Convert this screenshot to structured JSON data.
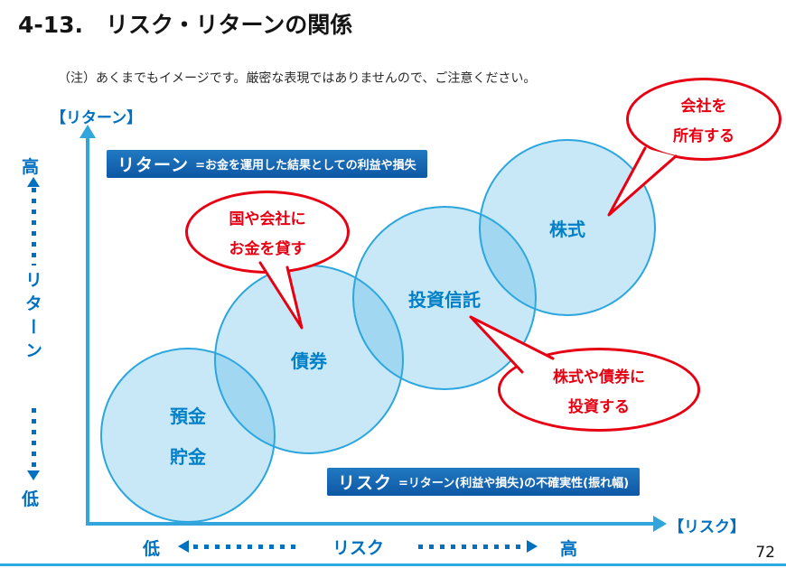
{
  "slide": {
    "title": "4-13.　リスク・リターンの関係",
    "note": "（注）あくまでもイメージです。厳密な表現ではありませんので、ご注意ください。",
    "page_number": "72"
  },
  "y_axis": {
    "title": "【リターン】",
    "high": "高",
    "label": "リターン",
    "low": "低"
  },
  "x_axis": {
    "title": "【リスク】",
    "low": "低",
    "label": "リスク",
    "high": "高"
  },
  "definitions": {
    "return": {
      "term": "リターン",
      "text": "=お金を運用した結果としての利益や損失"
    },
    "risk": {
      "term": "リスク",
      "text": "=リターン(利益や損失)の不確実性(振れ幅)"
    }
  },
  "assets": [
    {
      "id": "deposits",
      "label_line1": "預金",
      "label_line2": "貯金"
    },
    {
      "id": "bonds",
      "label": "債券"
    },
    {
      "id": "funds",
      "label": "投資信託"
    },
    {
      "id": "stocks",
      "label": "株式"
    }
  ],
  "callouts": [
    {
      "id": "own-company",
      "line1": "会社を",
      "line2": "所有する",
      "points_to": "株式"
    },
    {
      "id": "lend-money",
      "line1": "国や会社に",
      "line2": "お金を貸す",
      "points_to": "債券"
    },
    {
      "id": "invest",
      "line1": "株式や債券に",
      "line2": "投資する",
      "points_to": "投資信託"
    }
  ],
  "colors": {
    "axis_blue": "#31A5DC",
    "label_blue": "#0070C0",
    "circle_fill_border": "#2BA6DE",
    "banner_blue": "#1565B0",
    "callout_red": "#E60012"
  }
}
